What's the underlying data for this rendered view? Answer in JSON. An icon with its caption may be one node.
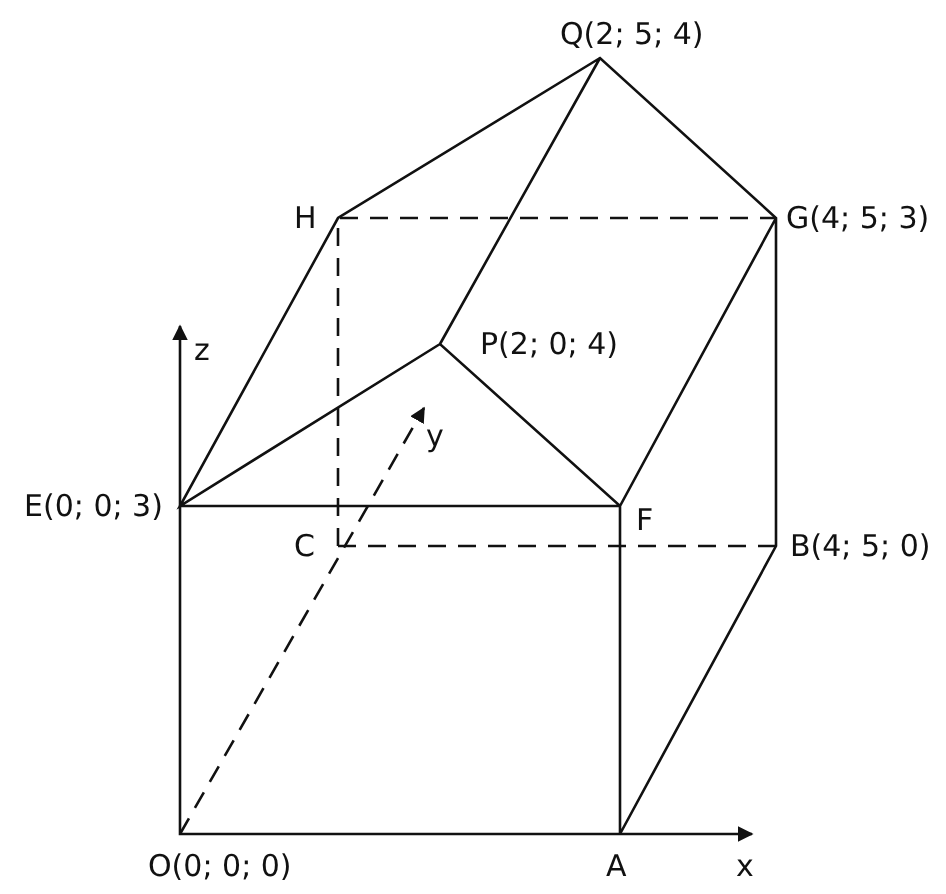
{
  "diagram": {
    "labels": [
      "Q(2; 5; 4)",
      "H",
      "G(4; 5; 3)",
      "z",
      "P(2; 0; 4)",
      "y",
      "E(0; 0; 3)",
      "F",
      "C",
      "B(4; 5; 0)",
      "O(0; 0; 0)",
      "A",
      "x"
    ]
  }
}
